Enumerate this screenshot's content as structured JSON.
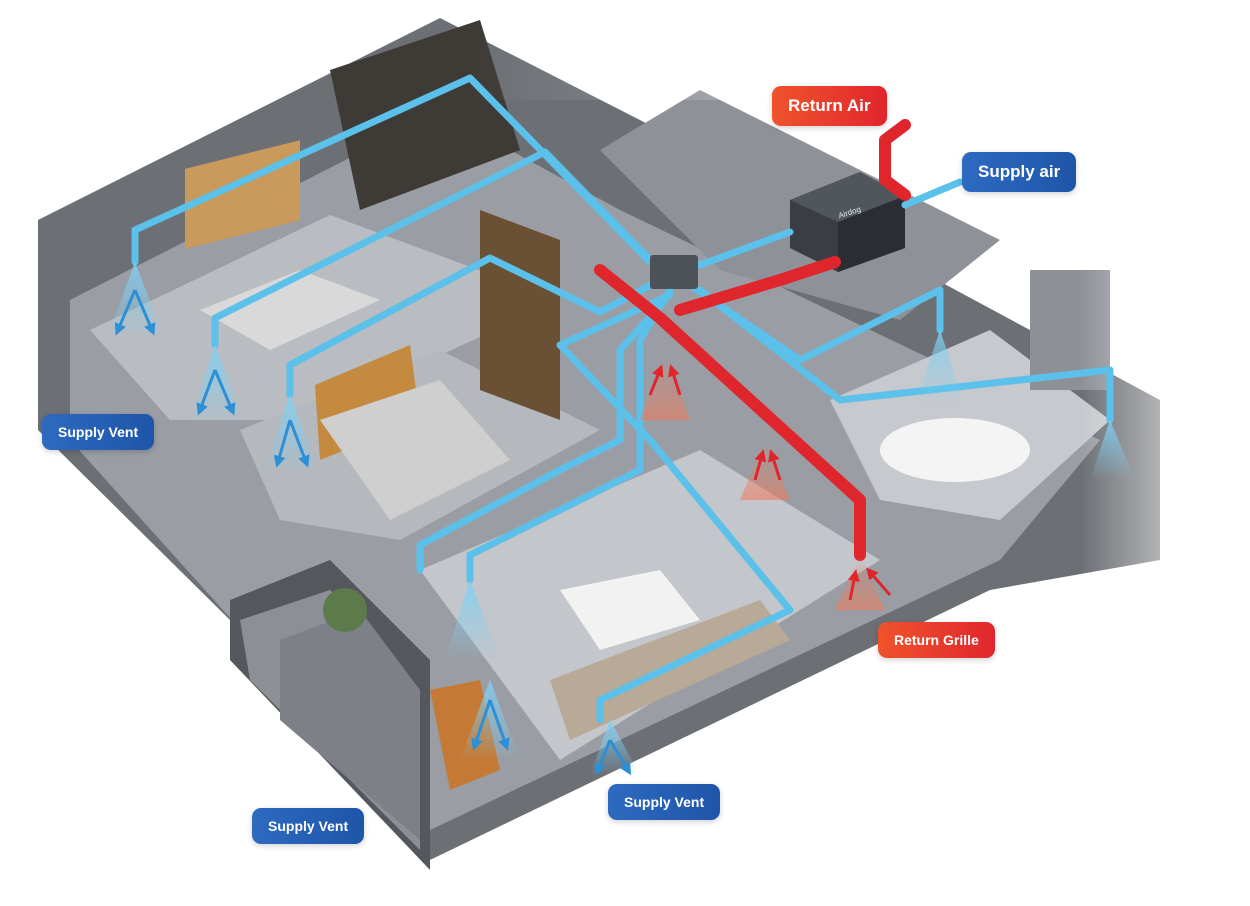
{
  "labels": {
    "return_air": "Return Air",
    "supply_air": "Supply air",
    "return_grille": "Return Grille",
    "supply_vent_1": "Supply Vent",
    "supply_vent_2": "Supply Vent",
    "supply_vent_3": "Supply Vent"
  },
  "unit": {
    "brand": "Airdog"
  },
  "colors": {
    "supply_duct": "#5bc0ea",
    "return_duct": "#e0262d",
    "supply_label": "#1f55a8",
    "return_label": "#e0262d"
  }
}
